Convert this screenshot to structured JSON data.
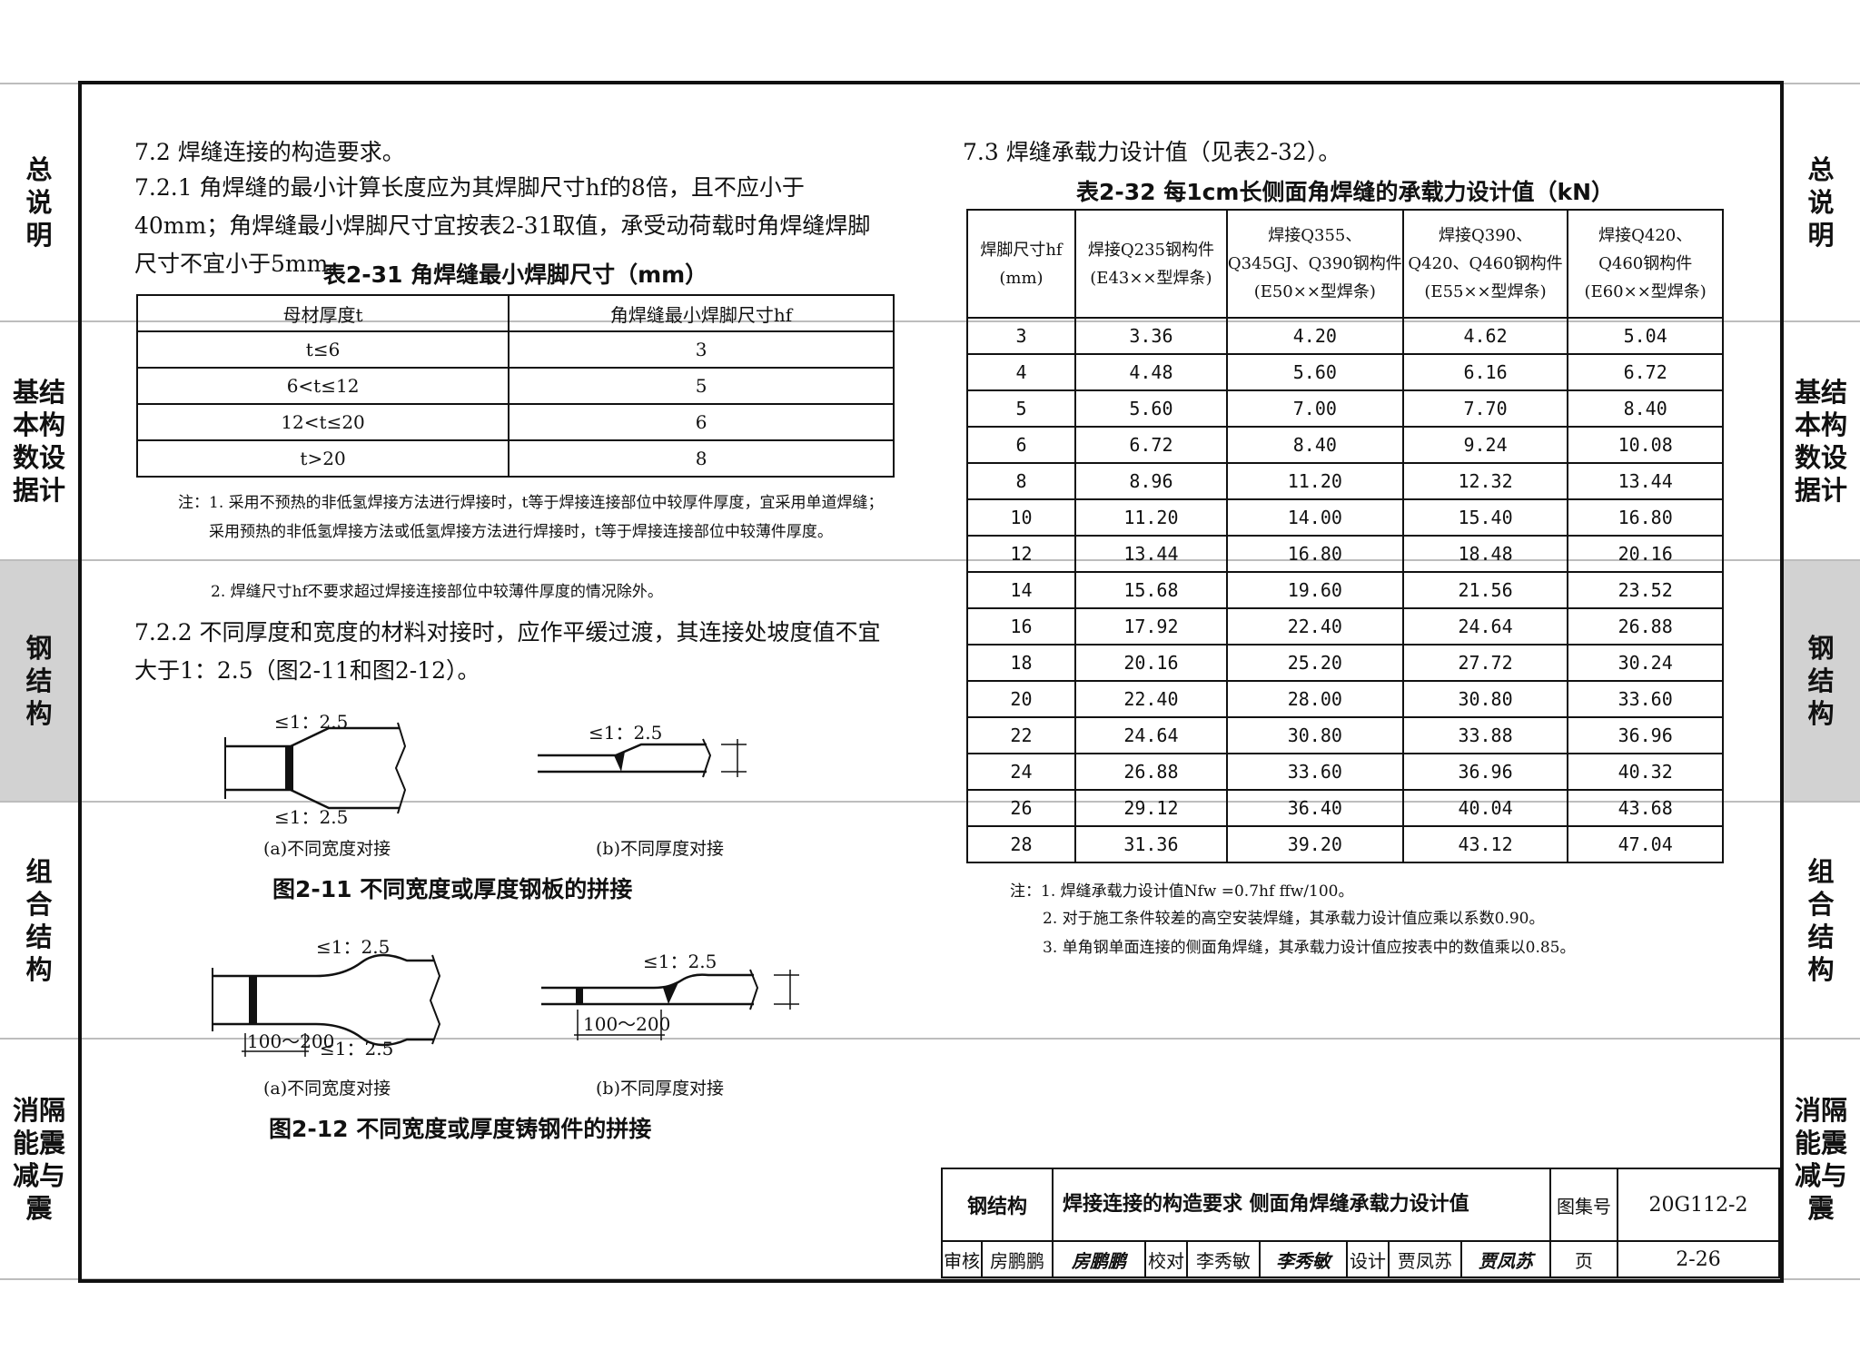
{
  "side_tabs": [
    "总\n说\n明",
    "基结\n本构\n数设\n据计",
    "钢\n结\n构",
    "组\n合\n结\n构",
    "消隔\n能震\n减与\n震"
  ],
  "left": {
    "section_72": "7.2  焊缝连接的构造要求。",
    "para_721": "7.2.1  角焊缝的最小计算长度应为其焊脚尺寸hf的8倍，且不应小于40mm；角焊缝最小焊脚尺寸宜按表2-31取值，承受动荷载时角焊缝焊脚尺寸不宜小于5mm。",
    "table_231": {
      "caption": "表2-31   角焊缝最小焊脚尺寸（mm）",
      "headers": [
        "母材厚度t",
        "角焊缝最小焊脚尺寸hf"
      ],
      "rows": [
        [
          "t≤6",
          "3"
        ],
        [
          "6<t≤12",
          "5"
        ],
        [
          "12<t≤20",
          "6"
        ],
        [
          "t>20",
          "8"
        ]
      ]
    },
    "notes_231": [
      "注：1. 采用不预热的非低氢焊接方法进行焊接时，t等于焊接连接部位中较厚件厚度，宜采用单道焊缝；采用预热的非低氢焊接方法或低氢焊接方法进行焊接时，t等于焊接连接部位中较薄件厚度。",
      "2. 焊缝尺寸hf不要求超过焊接连接部位中较薄件厚度的情况除外。"
    ],
    "para_722": "7.2.2  不同厚度和宽度的材料对接时，应作平缓过渡，其连接处坡度值不宜大于1：2.5（图2-11和图2-12）。",
    "slope_label": "≤1：2.5",
    "dim_label": "100～200",
    "fig_211": {
      "sub_a": "(a)不同宽度对接",
      "sub_b": "(b)不同厚度对接",
      "caption": "图2-11   不同宽度或厚度钢板的拼接"
    },
    "fig_212": {
      "sub_a": "(a)不同宽度对接",
      "sub_b": "(b)不同厚度对接",
      "caption": "图2-12   不同宽度或厚度铸钢件的拼接"
    }
  },
  "right": {
    "section_73": "7.3  焊缝承载力设计值（见表2-32）。",
    "table_232": {
      "caption": "表2-32   每1cm长侧面角焊缝的承载力设计值（kN）",
      "headers": [
        "焊脚尺寸hf\n(mm)",
        "焊接Q235钢构件\n(E43××型焊条)",
        "焊接Q355、\nQ345GJ、Q390钢构件\n(E50××型焊条)",
        "焊接Q390、\nQ420、Q460钢构件\n(E55××型焊条)",
        "焊接Q420、\nQ460钢构件\n(E60××型焊条)"
      ],
      "rows": [
        [
          "3",
          "3.36",
          "4.20",
          "4.62",
          "5.04"
        ],
        [
          "4",
          "4.48",
          "5.60",
          "6.16",
          "6.72"
        ],
        [
          "5",
          "5.60",
          "7.00",
          "7.70",
          "8.40"
        ],
        [
          "6",
          "6.72",
          "8.40",
          "9.24",
          "10.08"
        ],
        [
          "8",
          "8.96",
          "11.20",
          "12.32",
          "13.44"
        ],
        [
          "10",
          "11.20",
          "14.00",
          "15.40",
          "16.80"
        ],
        [
          "12",
          "13.44",
          "16.80",
          "18.48",
          "20.16"
        ],
        [
          "14",
          "15.68",
          "19.60",
          "21.56",
          "23.52"
        ],
        [
          "16",
          "17.92",
          "22.40",
          "24.64",
          "26.88"
        ],
        [
          "18",
          "20.16",
          "25.20",
          "27.72",
          "30.24"
        ],
        [
          "20",
          "22.40",
          "28.00",
          "30.80",
          "33.60"
        ],
        [
          "22",
          "24.64",
          "30.80",
          "33.88",
          "36.96"
        ],
        [
          "24",
          "26.88",
          "33.60",
          "36.96",
          "40.32"
        ],
        [
          "26",
          "29.12",
          "36.40",
          "40.04",
          "43.68"
        ],
        [
          "28",
          "31.36",
          "39.20",
          "43.12",
          "47.04"
        ]
      ]
    },
    "notes_232": [
      "注：1. 焊缝承载力设计值Nfw =0.7hf ffw/100。",
      "2. 对于施工条件较差的高空安装焊缝，其承载力设计值应乘以系数0.90。",
      "3. 单角钢单面连接的侧面角焊缝，其承载力设计值应按表中的数值乘以0.85。"
    ]
  },
  "title_block": {
    "category": "钢结构",
    "title": "焊接连接的构造要求   侧面角焊缝承载力设计值",
    "atlas_label": "图集号",
    "atlas_no": "20G112-2",
    "review_label": "审核",
    "reviewer": "房鹏鹏",
    "reviewer_sign": "房鹏鹏",
    "check_label": "校对",
    "checker": "李秀敏",
    "checker_sign": "李秀敏",
    "design_label": "设计",
    "designer": "贾凤苏",
    "designer_sign": "贾凤苏",
    "page_label": "页",
    "page_no": "2-26"
  }
}
